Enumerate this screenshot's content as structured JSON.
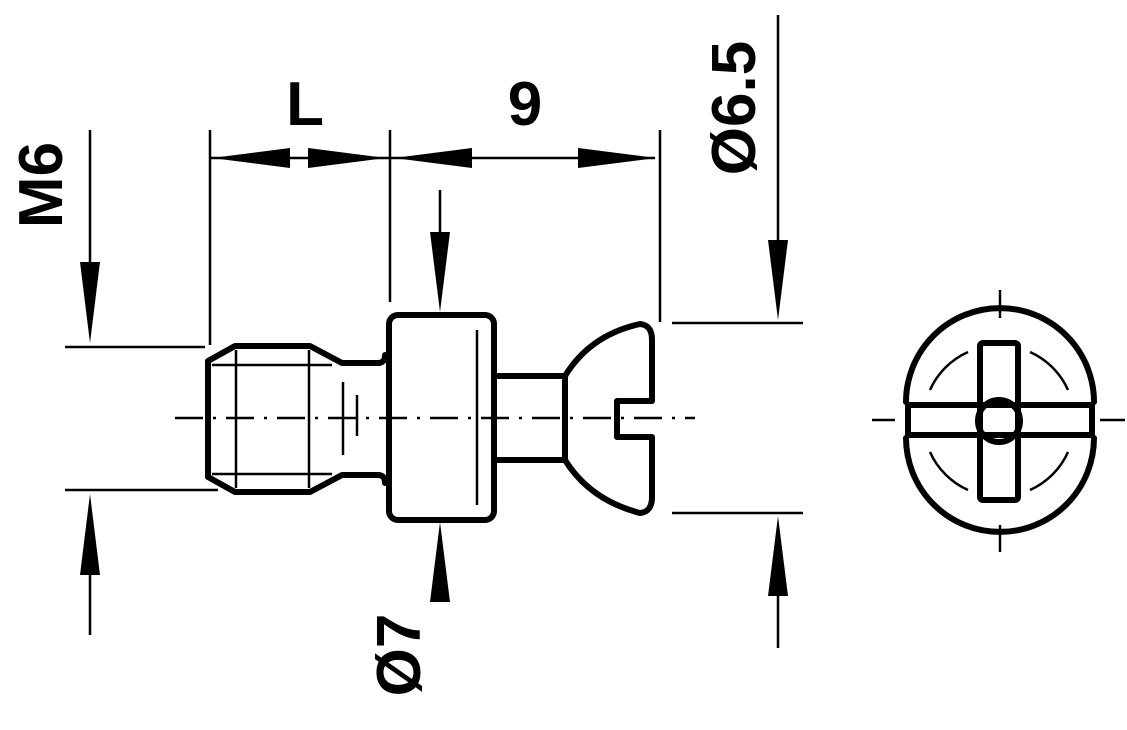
{
  "labels": {
    "length": "L",
    "length_fixed": "9",
    "thread": "M6",
    "head_diameter": "Ø6.5",
    "collar_diameter": "Ø7"
  },
  "colors": {
    "line": "#000000",
    "background": "#ffffff"
  }
}
